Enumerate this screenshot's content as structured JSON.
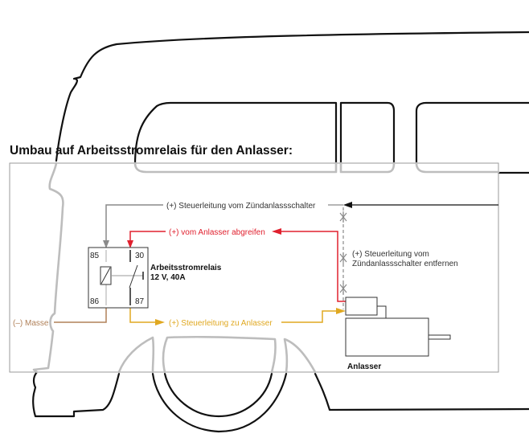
{
  "title": "Umbau auf Arbeitsstromrelais für den Anlasser:",
  "colors": {
    "control_gray": "#8a8a8a",
    "tap_red": "#e0202e",
    "ground_brown": "#b08058",
    "to_starter_yellow": "#e0a820",
    "incoming_black": "#111111",
    "removed_dashed": "#8a8a8a",
    "bus_outline_black": "#111111",
    "bus_outline_faded": "#bdbdbd",
    "panel_border": "#9a9a9a"
  },
  "relay": {
    "name": "Arbeitsstromrelais",
    "rating": "12 V, 40A",
    "pins": {
      "p85": "85",
      "p30": "30",
      "p86": "86",
      "p87": "87"
    }
  },
  "wires": {
    "control_from_switch": "(+) Steuerleitung vom Zündanlassschalter",
    "tap_from_starter": "(+) vom Anlasser abgreifen",
    "ground": "(–) Masse",
    "control_to_starter": "(+) Steuerleitung zu Anlasser",
    "remove_note_line1": "(+) Steuerleitung vom",
    "remove_note_line2": "Zündanlassschalter entfernen"
  },
  "starter": {
    "name": "Anlasser"
  },
  "icons": {
    "removed_marker": "cross-mark-icon",
    "arrow": "arrowhead-icon"
  }
}
